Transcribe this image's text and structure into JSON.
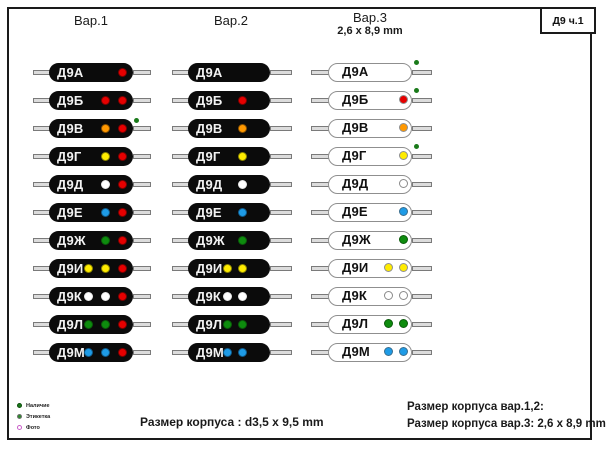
{
  "title_box": "Д9 ч.1",
  "columns": [
    {
      "id": "var1",
      "header": "Вар.1",
      "subheader": "",
      "body_style": "black",
      "rows": [
        {
          "label": "Д9А",
          "dots": [
            "red"
          ],
          "marker": false
        },
        {
          "label": "Д9Б",
          "dots": [
            "red",
            "red"
          ],
          "marker": false
        },
        {
          "label": "Д9В",
          "dots": [
            "orange",
            "red"
          ],
          "marker": true
        },
        {
          "label": "Д9Г",
          "dots": [
            "yellow",
            "red"
          ],
          "marker": false
        },
        {
          "label": "Д9Д",
          "dots": [
            "white",
            "red"
          ],
          "marker": false
        },
        {
          "label": "Д9Е",
          "dots": [
            "blue",
            "red"
          ],
          "marker": false
        },
        {
          "label": "Д9Ж",
          "dots": [
            "green",
            "red"
          ],
          "marker": false
        },
        {
          "label": "Д9И",
          "dots": [
            "yellow",
            "yellow",
            "red"
          ],
          "marker": false
        },
        {
          "label": "Д9К",
          "dots": [
            "white",
            "white",
            "red"
          ],
          "marker": false
        },
        {
          "label": "Д9Л",
          "dots": [
            "green",
            "green",
            "red"
          ],
          "marker": false
        },
        {
          "label": "Д9М",
          "dots": [
            "blue",
            "blue",
            "red"
          ],
          "marker": false
        }
      ]
    },
    {
      "id": "var2",
      "header": "Вар.2",
      "subheader": "",
      "body_style": "black",
      "rows": [
        {
          "label": "Д9А",
          "dots": [],
          "marker": false
        },
        {
          "label": "Д9Б",
          "dots": [
            "red"
          ],
          "marker": false
        },
        {
          "label": "Д9В",
          "dots": [
            "orange"
          ],
          "marker": false
        },
        {
          "label": "Д9Г",
          "dots": [
            "yellow"
          ],
          "marker": false
        },
        {
          "label": "Д9Д",
          "dots": [
            "white"
          ],
          "marker": false
        },
        {
          "label": "Д9Е",
          "dots": [
            "blue"
          ],
          "marker": false
        },
        {
          "label": "Д9Ж",
          "dots": [
            "green"
          ],
          "marker": false
        },
        {
          "label": "Д9И",
          "dots": [
            "yellow",
            "yellow"
          ],
          "marker": false
        },
        {
          "label": "Д9К",
          "dots": [
            "white",
            "white"
          ],
          "marker": false
        },
        {
          "label": "Д9Л",
          "dots": [
            "green",
            "green"
          ],
          "marker": false
        },
        {
          "label": "Д9М",
          "dots": [
            "blue",
            "blue"
          ],
          "marker": false
        }
      ]
    },
    {
      "id": "var3",
      "header": "Вар.3",
      "subheader": "2,6 x 8,9 mm",
      "body_style": "white",
      "rows": [
        {
          "label": "Д9А",
          "dots": [],
          "marker": true
        },
        {
          "label": "Д9Б",
          "dots": [
            "red"
          ],
          "marker": true
        },
        {
          "label": "Д9В",
          "dots": [
            "orange"
          ],
          "marker": false
        },
        {
          "label": "Д9Г",
          "dots": [
            "yellow"
          ],
          "marker": true
        },
        {
          "label": "Д9Д",
          "dots": [
            "white"
          ],
          "marker": false
        },
        {
          "label": "Д9Е",
          "dots": [
            "blue"
          ],
          "marker": false
        },
        {
          "label": "Д9Ж",
          "dots": [
            "green"
          ],
          "marker": false
        },
        {
          "label": "Д9И",
          "dots": [
            "yellow",
            "yellow"
          ],
          "marker": false
        },
        {
          "label": "Д9К",
          "dots": [
            "white",
            "white"
          ],
          "marker": false
        },
        {
          "label": "Д9Л",
          "dots": [
            "green",
            "green"
          ],
          "marker": false
        },
        {
          "label": "Д9М",
          "dots": [
            "blue",
            "blue"
          ],
          "marker": false
        }
      ]
    }
  ],
  "legend": [
    {
      "label": "Наличие",
      "style": "availability"
    },
    {
      "label": "Этикетка",
      "style": "etiketka"
    },
    {
      "label": "Фото",
      "style": "photo"
    }
  ],
  "footer": {
    "center": "Размер корпуса : d3,5 x 9,5 mm",
    "right_line1": "Размер корпуса вар.1,2:",
    "right_line2": "Размер корпуса вар.3: 2,6 x 8,9 mm"
  },
  "colors": {
    "red": "#e60000",
    "orange": "#ff9800",
    "yellow": "#ffec00",
    "white": "#ffffff",
    "blue": "#1e9be6",
    "green": "#0e8c0e",
    "marker_green": "#1a7a1a",
    "body_black": "#0b0b0b",
    "lead_gray": "#dcdcdc"
  }
}
